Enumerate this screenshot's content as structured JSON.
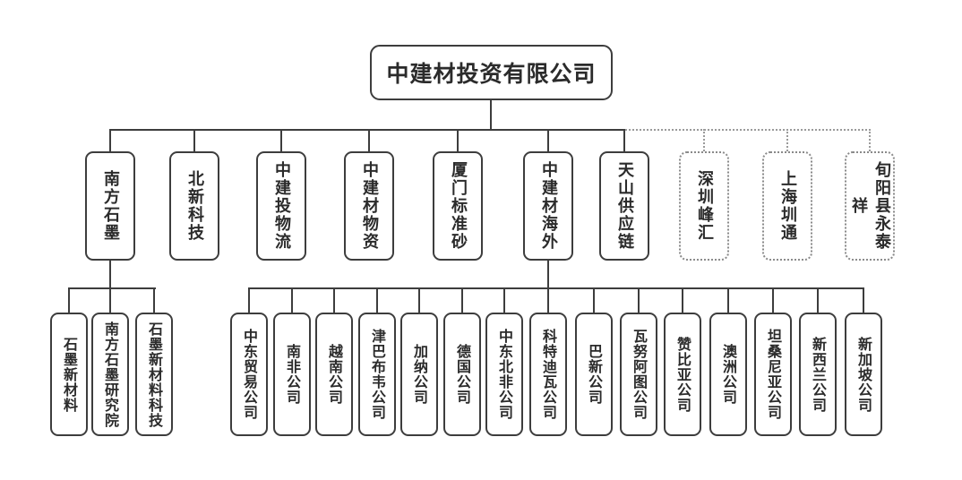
{
  "org_chart": {
    "root": {
      "label": "中建材投资有限公司"
    },
    "colors": {
      "line": "#3d3d3d",
      "dotted_line": "#9a9a9a",
      "text": "#2b2b2b",
      "background": "#ffffff"
    },
    "subsidiaries": [
      {
        "label": "南方石墨",
        "style": "solid"
      },
      {
        "label": "北新科技",
        "style": "solid"
      },
      {
        "label": "中建投物流",
        "style": "solid"
      },
      {
        "label": "中建材物资",
        "style": "solid"
      },
      {
        "label": "厦门标准砂",
        "style": "solid"
      },
      {
        "label": "中建材海外",
        "style": "solid"
      },
      {
        "label": "天山供应链",
        "style": "solid"
      },
      {
        "label": "深圳峰汇",
        "style": "dotted"
      },
      {
        "label": "上海圳通",
        "style": "dotted"
      },
      {
        "label": "旬阳县永泰祥",
        "style": "dotted"
      }
    ],
    "graphite_subsidiaries": [
      {
        "label": "石墨新材料"
      },
      {
        "label": "南方石墨研究院"
      },
      {
        "label": "石墨新材料科技"
      }
    ],
    "overseas_subsidiaries": [
      {
        "label": "中东贸易公司"
      },
      {
        "label": "南非公司"
      },
      {
        "label": "越南公司"
      },
      {
        "label": "津巴布韦公司"
      },
      {
        "label": "加纳公司"
      },
      {
        "label": "德国公司"
      },
      {
        "label": "中东北非公司"
      },
      {
        "label": "科特迪瓦公司"
      },
      {
        "label": "巴新公司"
      },
      {
        "label": "瓦努阿图公司"
      },
      {
        "label": "赞比亚公司"
      },
      {
        "label": "澳洲公司"
      },
      {
        "label": "坦桑尼亚公司"
      },
      {
        "label": "新西兰公司"
      },
      {
        "label": "新加坡公司"
      }
    ]
  }
}
